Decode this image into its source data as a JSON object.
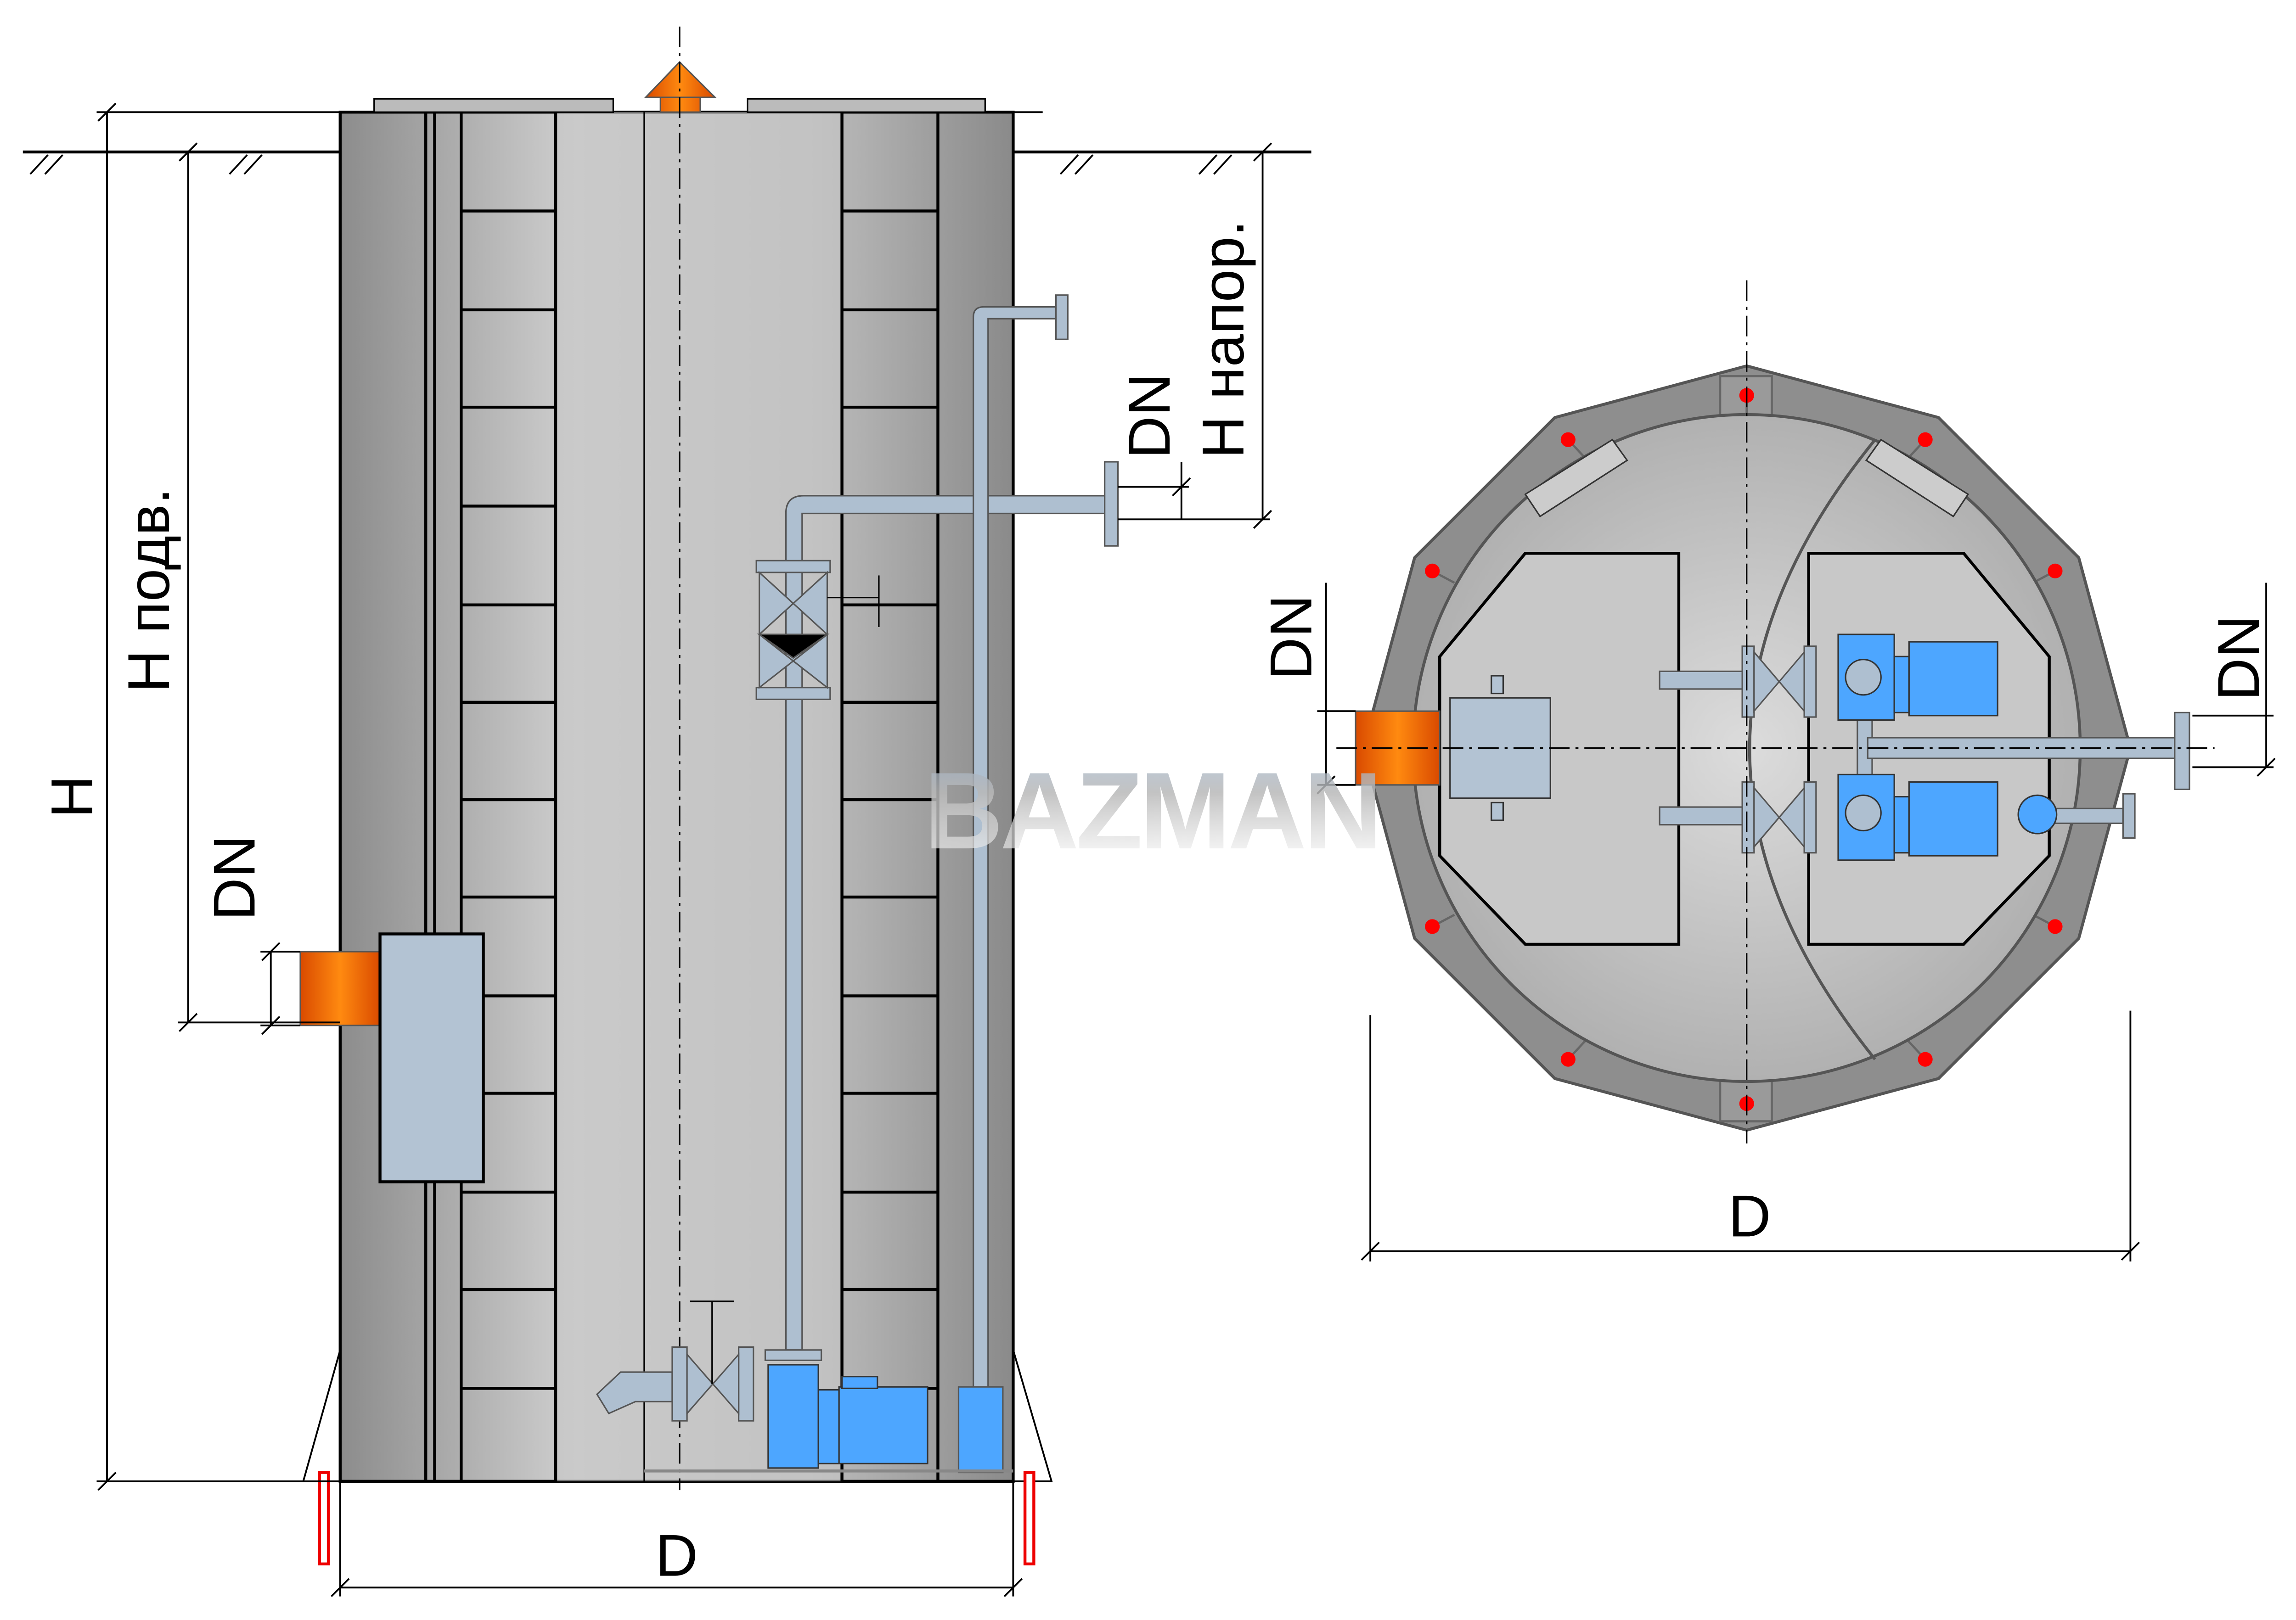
{
  "watermark": "BAZMAN",
  "side_view": {
    "labels": {
      "height": "H",
      "inlet_height": "H подв.",
      "inlet_dn": "DN",
      "pressure_height": "H напор.",
      "outlet_dn": "DN",
      "diameter": "D"
    }
  },
  "plan_view": {
    "labels": {
      "inlet_dn": "DN",
      "outlet_dn": "DN",
      "diameter": "D"
    }
  },
  "colors": {
    "body": "#b4b4b4",
    "pipe": "#aebfd0",
    "pump": "#4da6ff",
    "inlet": "#f47a10",
    "anchor_dot": "#ff0000"
  }
}
